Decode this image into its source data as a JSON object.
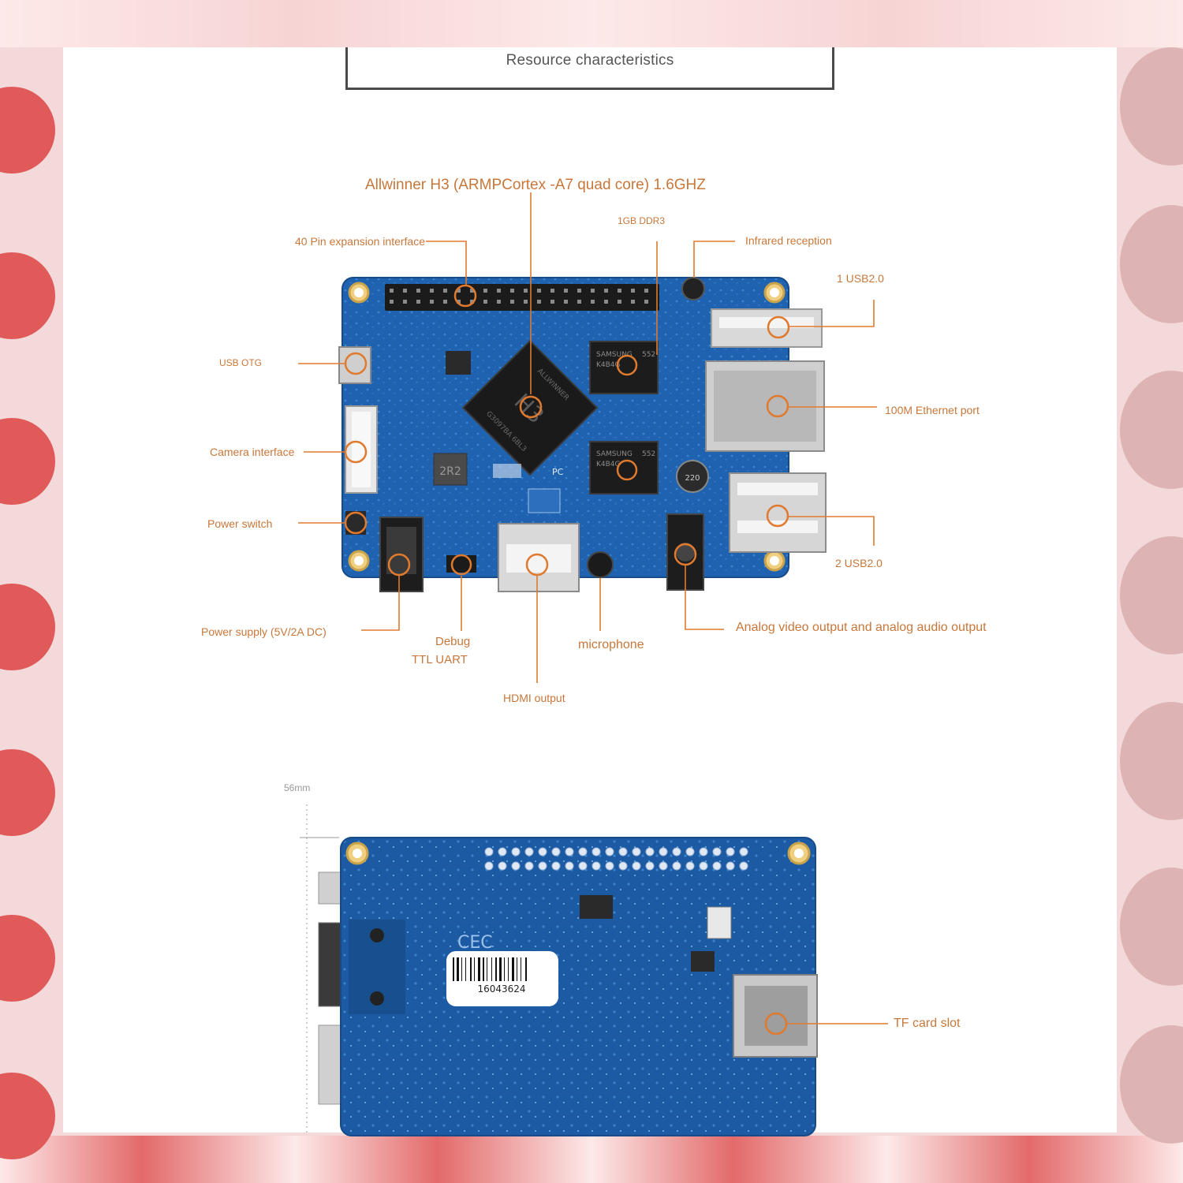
{
  "title": "Resource characteristics",
  "colors": {
    "accent": "#e07a2e",
    "label": "#c8773a",
    "pcb": "#1f63b0",
    "pcb_dark": "#164a88",
    "background": "#f3d9d9"
  },
  "top_board": {
    "labels": {
      "cpu": "Allwinner H3 (ARMPCortex -A7 quad core) 1.6GHZ",
      "ddr": "1GB DDR3",
      "gpio": "40 Pin expansion interface",
      "ir": "Infrared reception",
      "usb1": "1 USB2.0",
      "otg": "USB OTG",
      "ethernet": "100M Ethernet port",
      "camera": "Camera interface",
      "power_switch": "Power switch",
      "usb2": "2 USB2.0",
      "power_supply": "Power supply (5V/2A DC)",
      "debug_line1": "Debug",
      "debug_line2": "TTL UART",
      "microphone": "microphone",
      "av_out": "Analog video output and analog audio output",
      "hdmi": "HDMI output"
    },
    "chip_text": {
      "cpu_logo": "H3",
      "cpu_brand": "ALLWINNER",
      "cpu_code": "G3097BA 6BL3",
      "ram_brand": "SAMSUNG",
      "ram_code": "K4B4G",
      "ram_grade": "552",
      "board_name": "PC",
      "inductor": "2R2",
      "cap": "220"
    }
  },
  "bottom_board": {
    "dimension": "56mm",
    "barcode_number": "16043624",
    "ce_mark": "CEC",
    "tf_label": "TF card slot"
  }
}
